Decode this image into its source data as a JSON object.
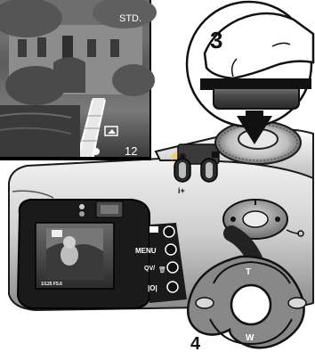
{
  "illustration": {
    "inset_photo": {
      "mode_text": "STD.",
      "frame_count": "12"
    },
    "step_labels": {
      "shutter_step": "3",
      "zoom_step": "4"
    },
    "camera_back": {
      "buttons": {
        "menu_label": "MENU",
        "qv_label": "QV/",
        "display_label": "|O|"
      },
      "lcd_overlay": {
        "status_text": "1/125  F5.6"
      },
      "zoom_lever": {
        "tele_label": "T",
        "wide_label": "W"
      }
    }
  }
}
